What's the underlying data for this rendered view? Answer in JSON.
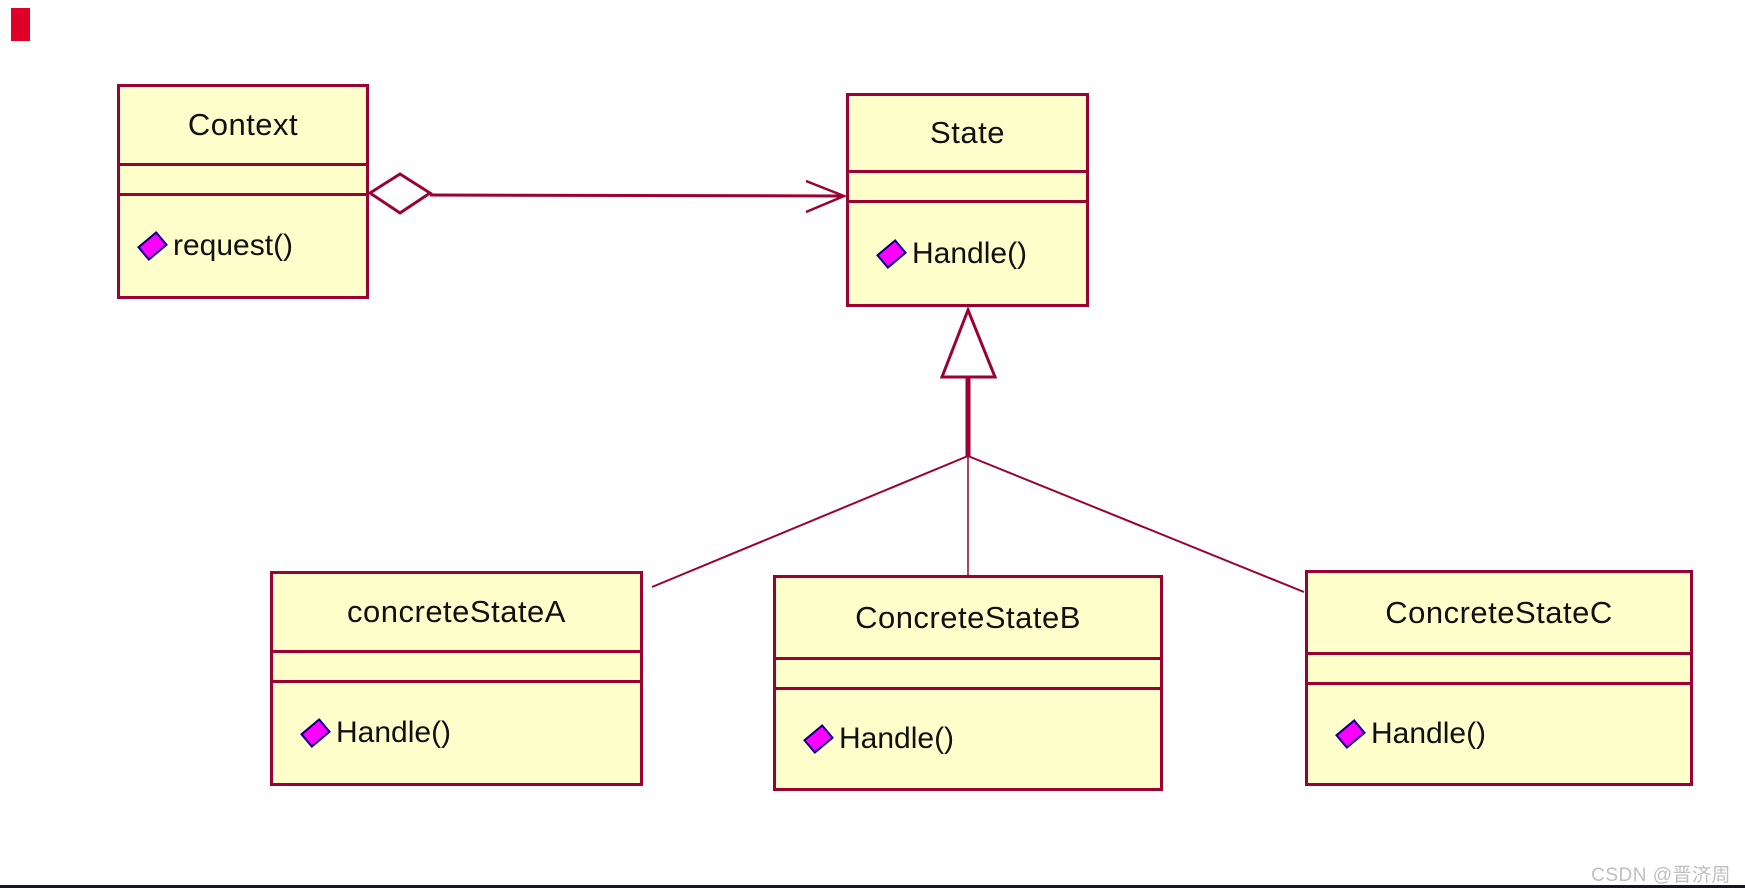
{
  "diagram": {
    "type": "uml-class-diagram",
    "pattern": "State",
    "classes": [
      {
        "id": "context",
        "name": "Context",
        "attributes": [],
        "methods": [
          "request()"
        ]
      },
      {
        "id": "state",
        "name": "State",
        "attributes": [],
        "methods": [
          "Handle()"
        ]
      },
      {
        "id": "concreteStateA",
        "name": "concreteStateA",
        "attributes": [],
        "methods": [
          "Handle()"
        ]
      },
      {
        "id": "concreteStateB",
        "name": "ConcreteStateB",
        "attributes": [],
        "methods": [
          "Handle()"
        ]
      },
      {
        "id": "concreteStateC",
        "name": "ConcreteStateC",
        "attributes": [],
        "methods": [
          "Handle()"
        ]
      }
    ],
    "relationships": [
      {
        "type": "aggregation",
        "from": "Context",
        "to": "State"
      },
      {
        "type": "generalization",
        "from": "concreteStateA",
        "to": "State"
      },
      {
        "type": "generalization",
        "from": "ConcreteStateB",
        "to": "State"
      },
      {
        "type": "generalization",
        "from": "ConcreteStateC",
        "to": "State"
      }
    ],
    "colors": {
      "box_fill": "#FFFFCC",
      "box_border": "#990233",
      "line": "#990233",
      "method_icon_fill": "#FF00FF",
      "method_icon_outline": "#000080",
      "watermark_text": "#BFBFBF",
      "bottom_bar": "#14142B",
      "corner_marker": "#E00025"
    },
    "watermark": {
      "text": "CSDN @晋济周"
    }
  }
}
